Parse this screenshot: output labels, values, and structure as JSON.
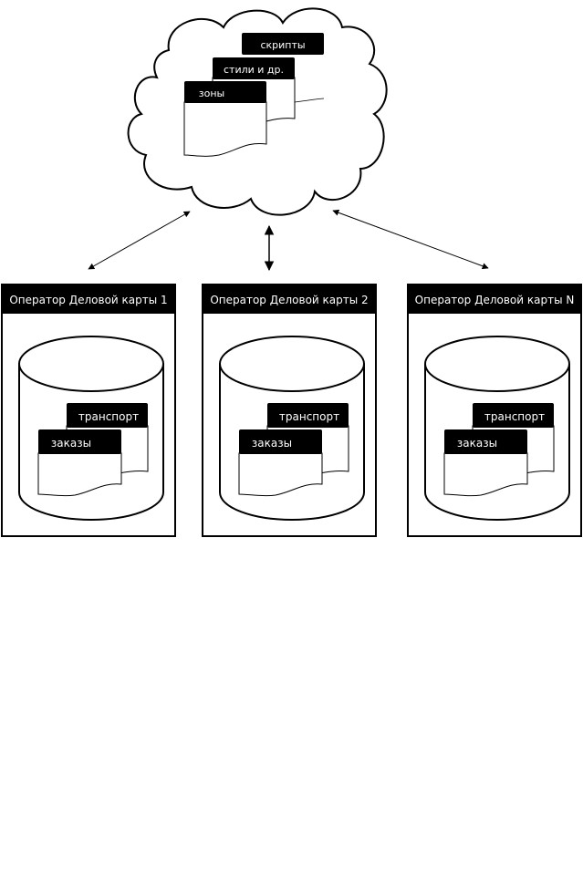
{
  "cloud": {
    "documents": [
      {
        "label": "скрипты"
      },
      {
        "label": "стили и др."
      },
      {
        "label": "зоны"
      }
    ]
  },
  "operators": [
    {
      "title": "Оператор Деловой карты 1",
      "doc_back": "транспорт",
      "doc_front": "заказы"
    },
    {
      "title": "Оператор Деловой карты 2",
      "doc_back": "транспорт",
      "doc_front": "заказы"
    },
    {
      "title": "Оператор Деловой карты N",
      "doc_back": "транспорт",
      "doc_front": "заказы"
    }
  ]
}
